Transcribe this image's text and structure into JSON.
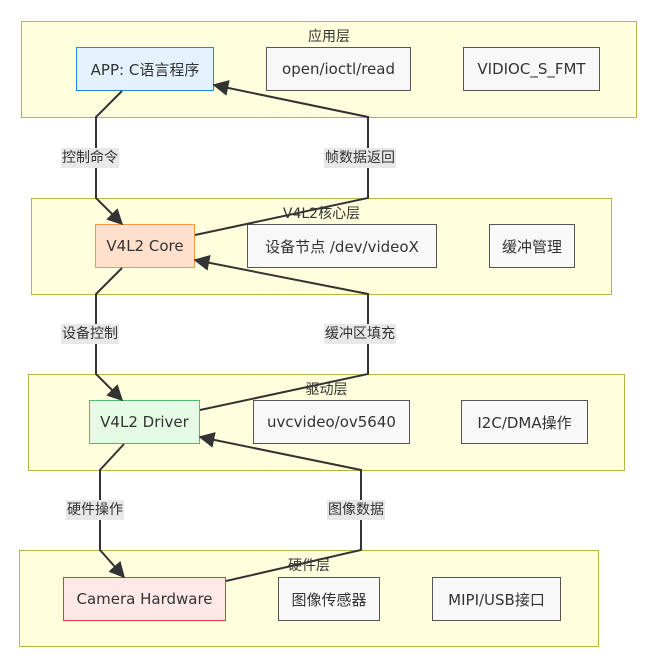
{
  "layers": [
    {
      "title": "应用层",
      "main_node": "APP: C语言程序",
      "nodes": [
        "open/ioctl/read",
        "VIDIOC_S_FMT"
      ]
    },
    {
      "title": "V4L2核心层",
      "main_node": "V4L2 Core",
      "nodes": [
        "设备节点 /dev/videoX",
        "缓冲管理"
      ]
    },
    {
      "title": "驱动层",
      "main_node": "V4L2 Driver",
      "nodes": [
        "uvcvideo/ov5640",
        "I2C/DMA操作"
      ]
    },
    {
      "title": "硬件层",
      "main_node": "Camera Hardware",
      "nodes": [
        "图像传感器",
        "MIPI/USB接口"
      ]
    }
  ],
  "edges": [
    {
      "from": "APP: C语言程序",
      "to": "V4L2 Core",
      "label": "控制命令"
    },
    {
      "from": "V4L2 Core",
      "to": "APP: C语言程序",
      "label": "帧数据返回"
    },
    {
      "from": "V4L2 Core",
      "to": "V4L2 Driver",
      "label": "设备控制"
    },
    {
      "from": "V4L2 Driver",
      "to": "V4L2 Core",
      "label": "缓冲区填充"
    },
    {
      "from": "V4L2 Driver",
      "to": "Camera Hardware",
      "label": "硬件操作"
    },
    {
      "from": "Camera Hardware",
      "to": "V4L2 Driver",
      "label": "图像数据"
    }
  ],
  "colors": {
    "layer_fill": "#ffffde",
    "layer_border": "#b5b548",
    "app": "#1e88e5",
    "core": "#f59a42",
    "driver": "#4bbf6b",
    "hardware": "#e03a3a"
  }
}
